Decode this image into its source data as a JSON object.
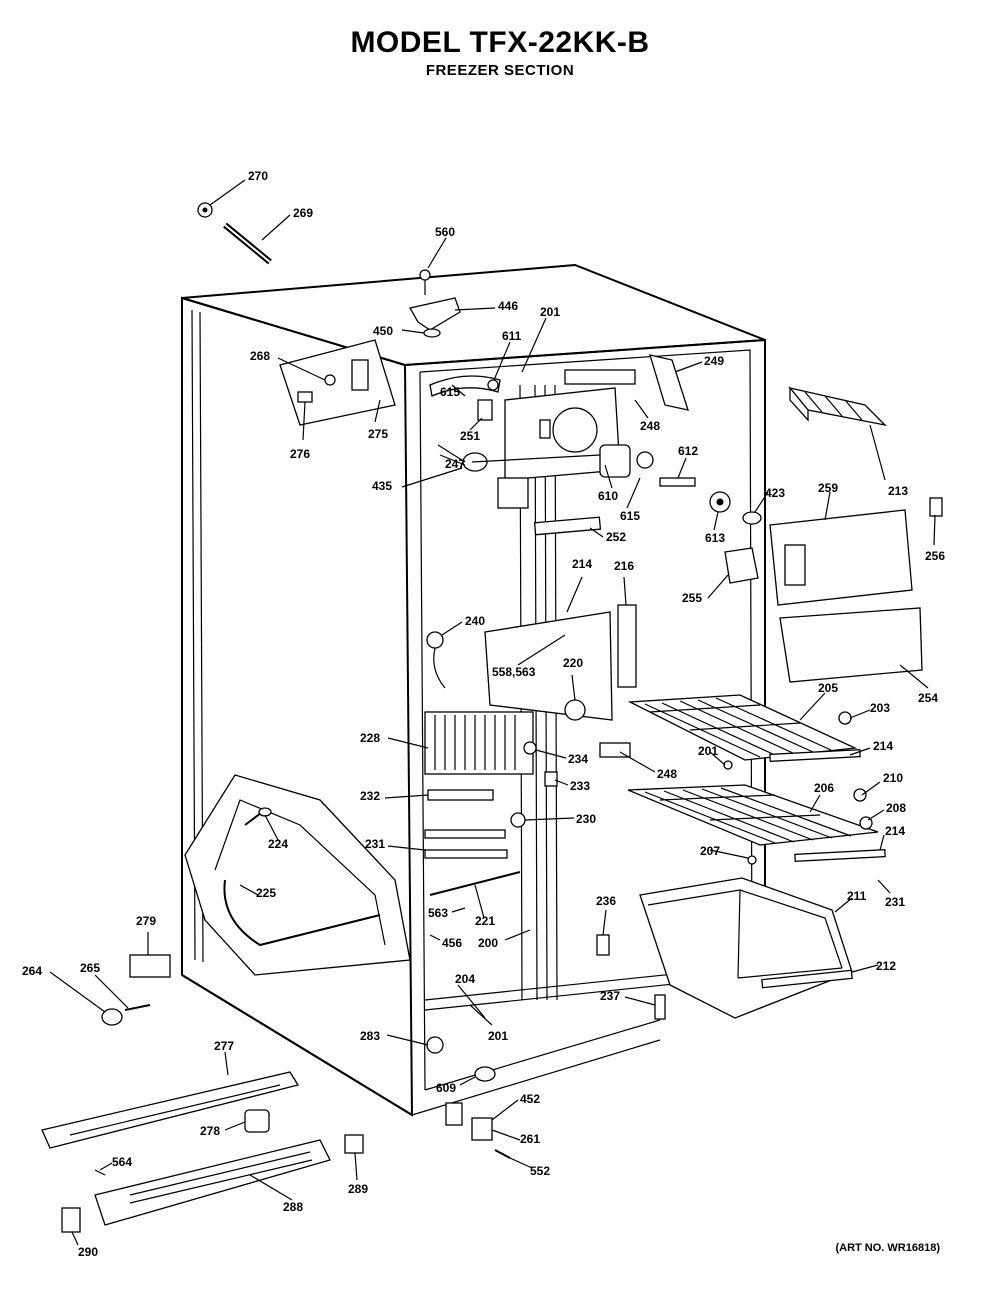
{
  "header": {
    "title": "MODEL TFX-22KK-B",
    "subtitle": "FREEZER SECTION"
  },
  "footer": {
    "art_number": "(ART NO. WR16818)"
  },
  "callouts": {
    "c270": "270",
    "c269": "269",
    "c560": "560",
    "c446": "446",
    "c450": "450",
    "c611": "611",
    "c201a": "201",
    "c249": "249",
    "c268": "268",
    "c615a": "615",
    "c275": "275",
    "c276": "276",
    "c251": "251",
    "c248a": "248",
    "c612": "612",
    "c213": "213",
    "c435": "435",
    "c247": "247",
    "c610": "610",
    "c615b": "615",
    "c613": "613",
    "c423": "423",
    "c259": "259",
    "c256": "256",
    "c252": "252",
    "c214a": "214",
    "c216": "216",
    "c255": "255",
    "c240": "240",
    "c558": "558,563",
    "c220": "220",
    "c254": "254",
    "c205": "205",
    "c203": "203",
    "c228": "228",
    "c234": "234",
    "c201b": "201",
    "c248b": "248",
    "c214b": "214",
    "c233": "233",
    "c210": "210",
    "c232": "232",
    "c206": "206",
    "c208": "208",
    "c230": "230",
    "c214c": "214",
    "c231a": "231",
    "c224": "224",
    "c207": "207",
    "c211": "211",
    "c231b": "231",
    "c225": "225",
    "c563": "563",
    "c221": "221",
    "c236": "236",
    "c279": "279",
    "c456": "456",
    "c200": "200",
    "c212": "212",
    "c264": "264",
    "c265": "265",
    "c204": "204",
    "c237": "237",
    "c201c": "201",
    "c283": "283",
    "c277": "277",
    "c609": "609",
    "c452": "452",
    "c278": "278",
    "c261": "261",
    "c564": "564",
    "c552": "552",
    "c289": "289",
    "c288": "288",
    "c290": "290"
  }
}
